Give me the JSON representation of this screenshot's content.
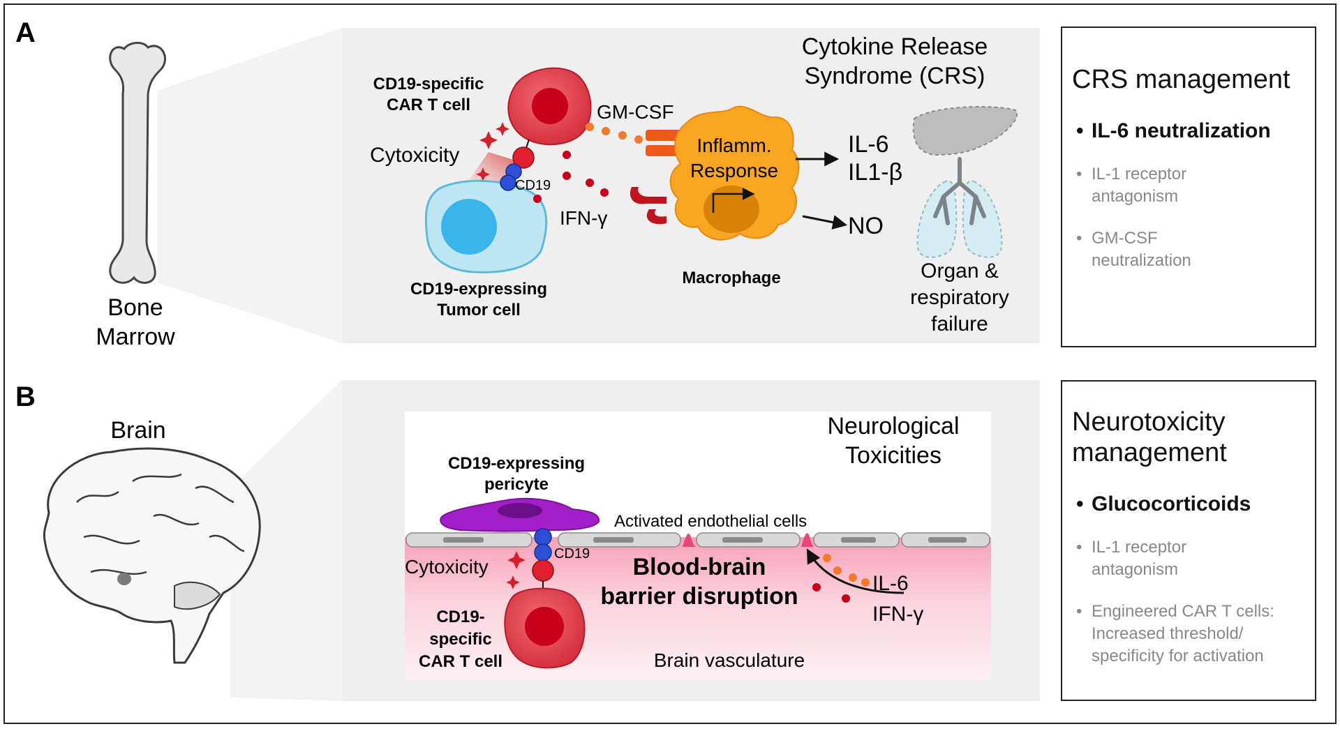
{
  "panel_a": {
    "letter": "A",
    "organ_label_line1": "Bone",
    "organ_label_line2": "Marrow",
    "title_line1": "Cytokine Release",
    "title_line2": "Syndrome (CRS)",
    "car_t_label_line1": "CD19-specific",
    "car_t_label_line2": "CAR T cell",
    "cytoxicity": "Cytoxicity",
    "cd19": "CD19",
    "tumor_label_line1": "CD19-expressing",
    "tumor_label_line2": "Tumor cell",
    "gmcsf": "GM-CSF",
    "ifng": "IFN-γ",
    "inflamm_line1": "Inflamm.",
    "inflamm_line2": "Response",
    "macrophage": "Macrophage",
    "il6": "IL-6",
    "il1b": "IL1-β",
    "no": "NO",
    "organ_failure_line1": "Organ &",
    "organ_failure_line2": "respiratory",
    "organ_failure_line3": "failure",
    "management": {
      "title": "CRS management",
      "primary": "IL-6 neutralization",
      "items": [
        [
          "IL-1 receptor",
          "antagonism"
        ],
        [
          "GM-CSF",
          "neutralization"
        ]
      ]
    }
  },
  "panel_b": {
    "letter": "B",
    "organ_label": "Brain",
    "title_line1": "Neurological",
    "title_line2": "Toxicities",
    "pericyte_line1": "CD19-expressing",
    "pericyte_line2": "pericyte",
    "endothelial": "Activated endothelial cells",
    "cd19": "CD19",
    "cytoxicity": "Cytoxicity",
    "bbb_line1": "Blood-brain",
    "bbb_line2": "barrier disruption",
    "il6": "IL-6",
    "ifng": "IFN-γ",
    "car_t_line1": "CD19-",
    "car_t_line2": "specific",
    "car_t_line3": "CAR T cell",
    "vasculature": "Brain vasculature",
    "management": {
      "title_line1": "Neurotoxicity",
      "title_line2": "management",
      "primary": "Glucocorticoids",
      "items": [
        [
          "IL-1 receptor",
          "antagonism"
        ],
        [
          "Engineered CAR T cells:",
          "Increased threshold/",
          "specificity for activation"
        ]
      ]
    }
  },
  "colors": {
    "panel_gray": "#efefef",
    "cell_red": "#e03a46",
    "tumor_blue": "#aee0f0",
    "macrophage_orange": "#f9a623",
    "pericyte_purple": "#a21ec9",
    "cd19_blue": "#2c4fd6"
  }
}
